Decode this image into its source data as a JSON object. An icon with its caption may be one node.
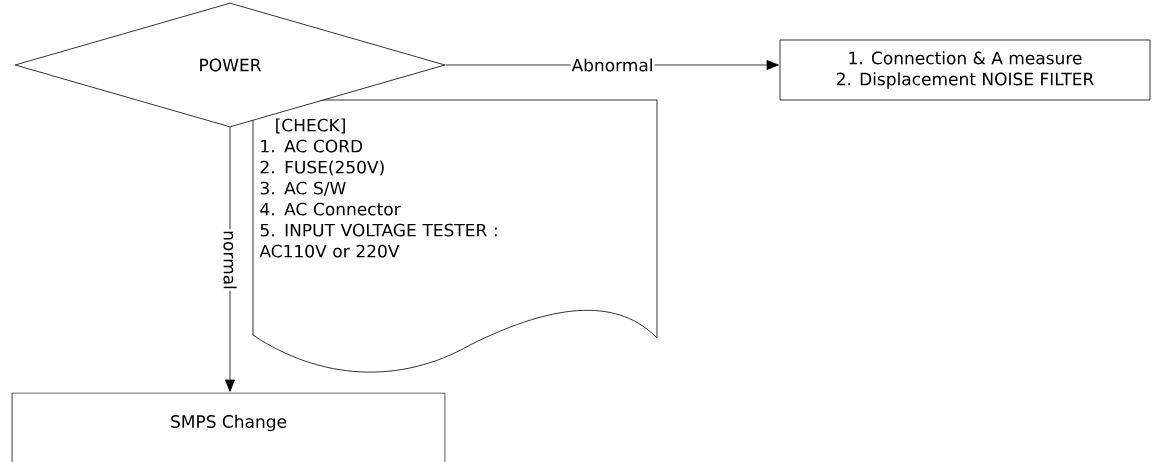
{
  "diagram": {
    "nodes": [
      {
        "text": [
          "POWER"
        ]
      },
      {
        "text": [
          "1. Connection & A measure",
          "2. Displacement NOISE FILTER"
        ]
      },
      {
        "text": [
          "[CHECK]",
          "1. AC CORD",
          "2. FUSE(250V)",
          "3. AC S/W",
          "4. AC Connector",
          "5. INPUT VOLTAGE TESTER : AC110V or 220V"
        ]
      },
      {
        "text": [
          "SMPS Change"
        ]
      }
    ],
    "edges": [
      {
        "from": 0,
        "to": 1,
        "arrow": "to",
        "label": "Abnormal"
      },
      {
        "from": 0,
        "to": 3,
        "arrow": "to",
        "label": "normal"
      }
    ]
  }
}
